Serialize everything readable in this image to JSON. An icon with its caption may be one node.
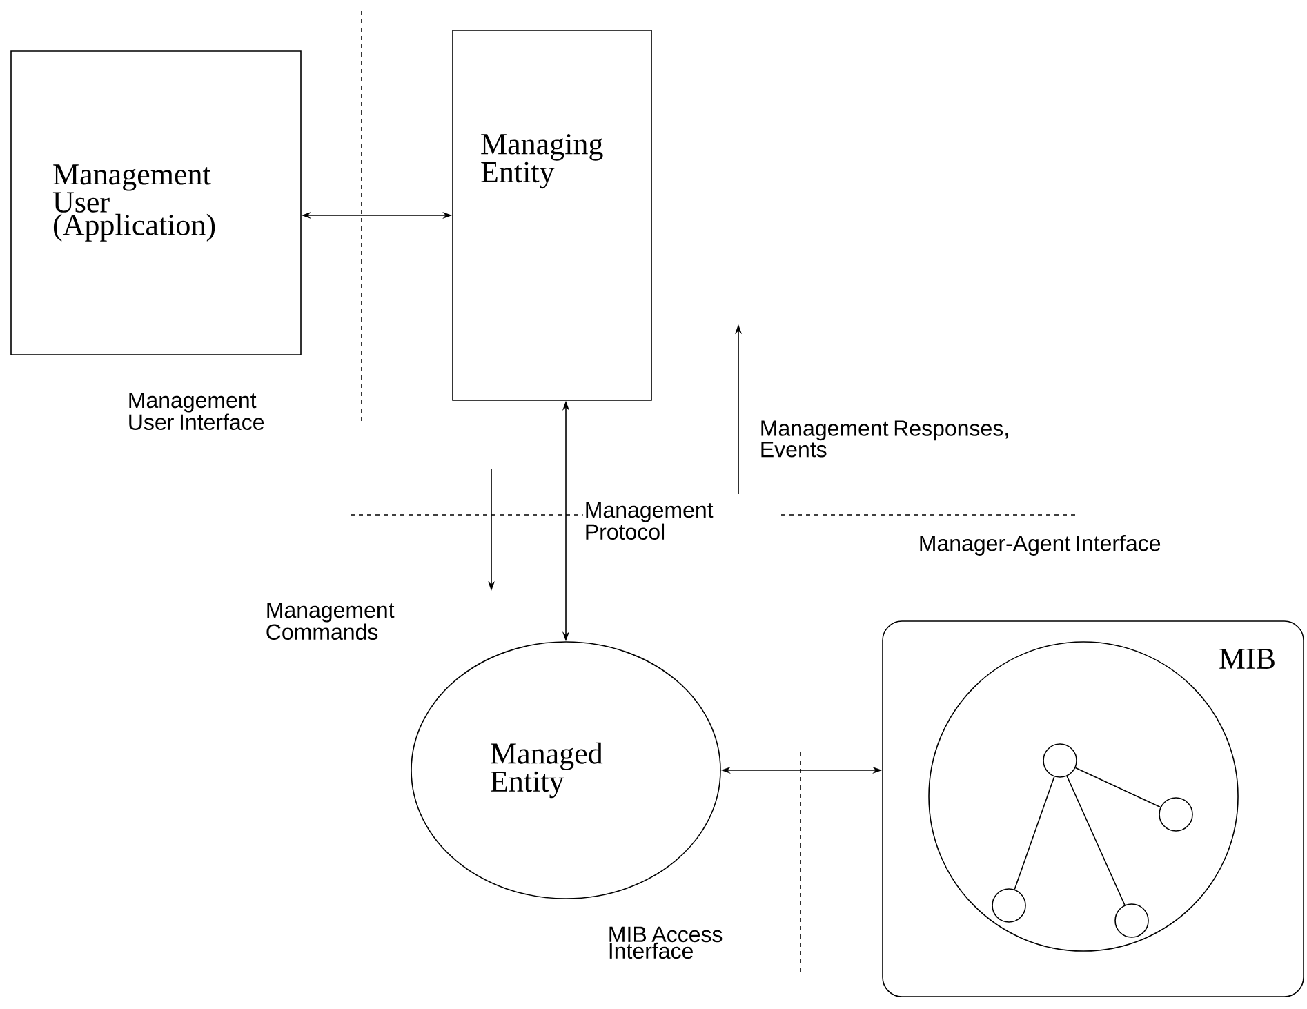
{
  "diagram": {
    "nodes": [
      {
        "text": [
          "Management User (Application)"
        ]
      },
      {
        "text": [
          "Managing Entity"
        ]
      },
      {
        "text": [
          "Managed Entity"
        ]
      },
      {
        "text": [
          "MIB"
        ]
      },
      {
        "text": [],
        "shape": "circle",
        "in": 3
      },
      {
        "text": [],
        "shape": "circle",
        "in": 4
      },
      {
        "text": [],
        "shape": "circle",
        "in": 4
      },
      {
        "text": [],
        "shape": "circle",
        "in": 4
      },
      {
        "text": [],
        "shape": "circle",
        "in": 4
      }
    ],
    "edges": [
      {
        "from": 0,
        "to": 1,
        "arrow": "both"
      },
      {
        "from": 1,
        "to": 2,
        "arrow": "both",
        "label": "Management Protocol"
      },
      {
        "from": 2,
        "to": 3,
        "arrow": "both"
      },
      {
        "from": 5,
        "to": 6,
        "arrow": "none"
      },
      {
        "from": 5,
        "to": 7,
        "arrow": "none"
      },
      {
        "from": 5,
        "to": 8,
        "arrow": "none"
      }
    ],
    "labels": [
      "Management User Interface",
      "Management Responses, Events",
      "Manager-Agent Interface",
      "Management Commands",
      "MIB Access Interface"
    ]
  }
}
